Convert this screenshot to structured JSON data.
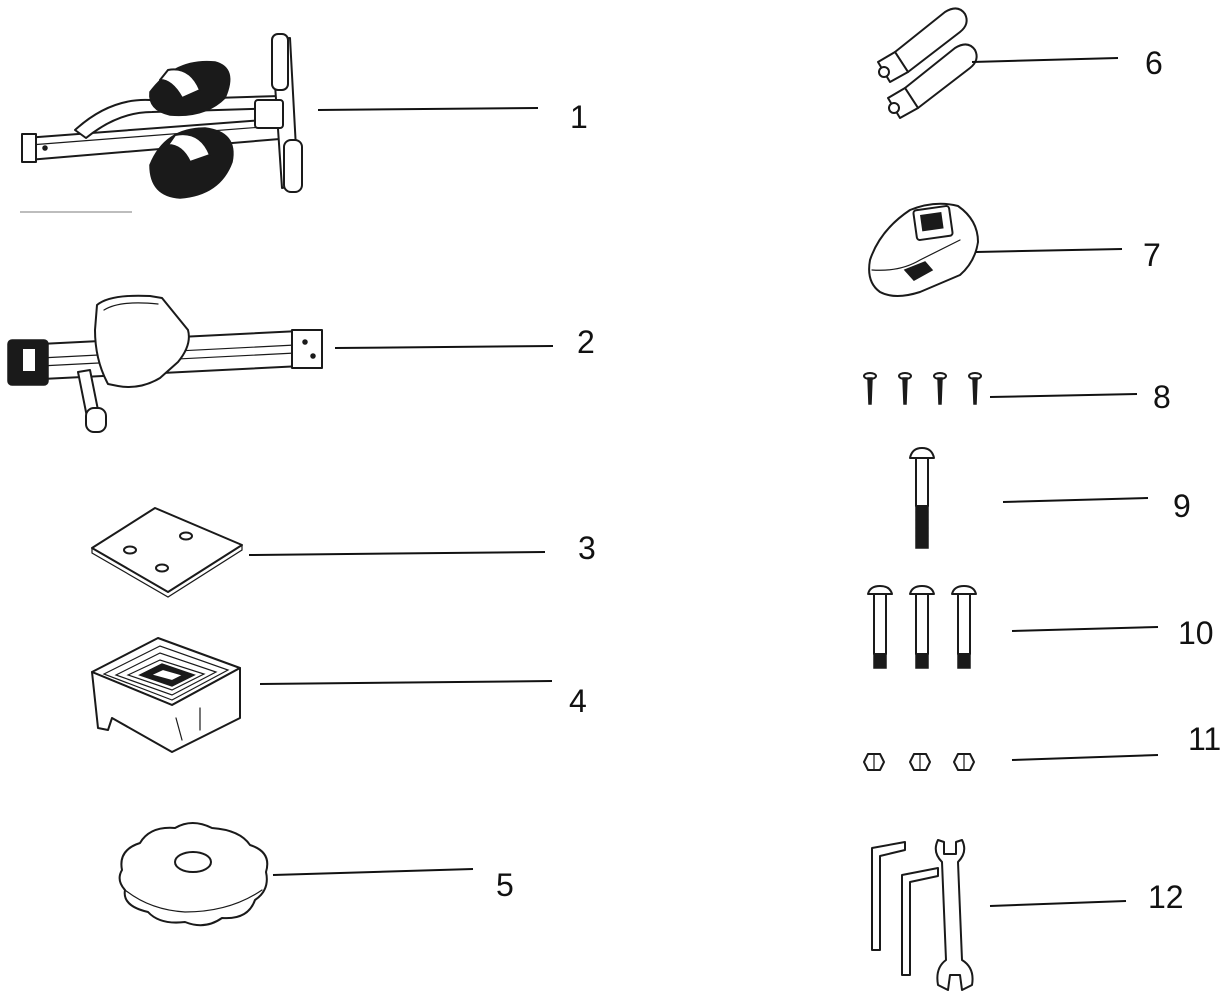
{
  "parts": [
    {
      "number": "1",
      "icon": "main-frame-with-pedals-icon"
    },
    {
      "number": "2",
      "icon": "seat-rail-icon"
    },
    {
      "number": "3",
      "icon": "plate-icon"
    },
    {
      "number": "4",
      "icon": "square-end-cap-icon"
    },
    {
      "number": "5",
      "icon": "knob-icon"
    },
    {
      "number": "6",
      "icon": "handle-grips-icon"
    },
    {
      "number": "7",
      "icon": "console-monitor-icon"
    },
    {
      "number": "8",
      "icon": "small-screws-icon"
    },
    {
      "number": "9",
      "icon": "long-bolt-icon"
    },
    {
      "number": "10",
      "icon": "bolts-icon"
    },
    {
      "number": "11",
      "icon": "nuts-icon"
    },
    {
      "number": "12",
      "icon": "tools-icon"
    }
  ]
}
